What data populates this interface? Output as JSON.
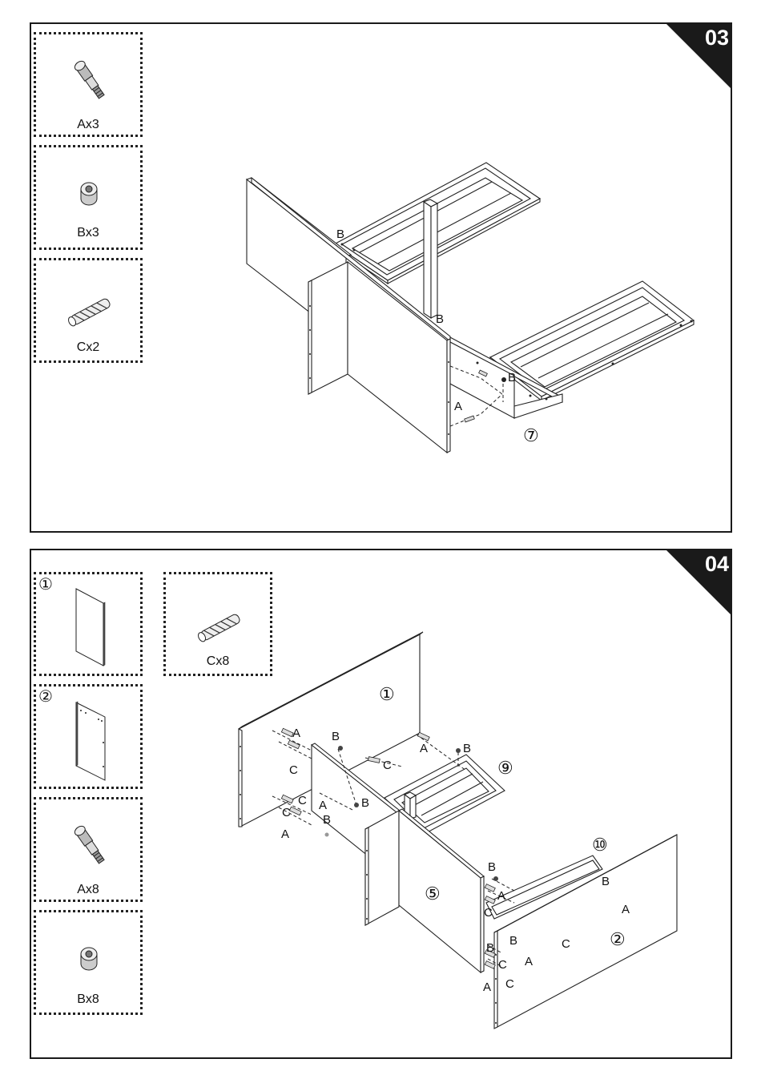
{
  "step3": {
    "number": "03",
    "parts": [
      {
        "icon": "cam-bolt-icon",
        "label": "Ax3"
      },
      {
        "icon": "cam-lock-icon",
        "label": "Bx3"
      },
      {
        "icon": "wood-dowel-icon",
        "label": "Cx2"
      }
    ],
    "callouts": {
      "b1": "B",
      "b2": "B",
      "b3": "B",
      "a1": "A",
      "panel": "⑦"
    }
  },
  "step4": {
    "number": "04",
    "panels": [
      {
        "number": "①",
        "icon": "panel-1-icon"
      },
      {
        "number": "②",
        "icon": "panel-2-icon"
      }
    ],
    "parts": [
      {
        "icon": "wood-dowel-icon",
        "label": "Cx8"
      },
      {
        "icon": "cam-bolt-icon",
        "label": "Ax8"
      },
      {
        "icon": "cam-lock-icon",
        "label": "Bx8"
      }
    ],
    "callouts": {
      "p1": "①",
      "p9": "⑨",
      "p10": "⑩",
      "p5": "⑤",
      "p2": "②",
      "l1": "A",
      "l2": "B",
      "l3": "A",
      "l4": "B",
      "l5": "C",
      "l6": "C",
      "l7": "C",
      "l8": "A",
      "l9": "B",
      "l10": "C",
      "l11": "B",
      "l12": "A",
      "l13": "B",
      "l14": "A",
      "l15": "C",
      "l16": "B",
      "l17": "A",
      "l18": "B",
      "l19": "C",
      "l20": "A",
      "l21": "C",
      "l22": "B",
      "l23": "C",
      "l24": "A"
    }
  }
}
